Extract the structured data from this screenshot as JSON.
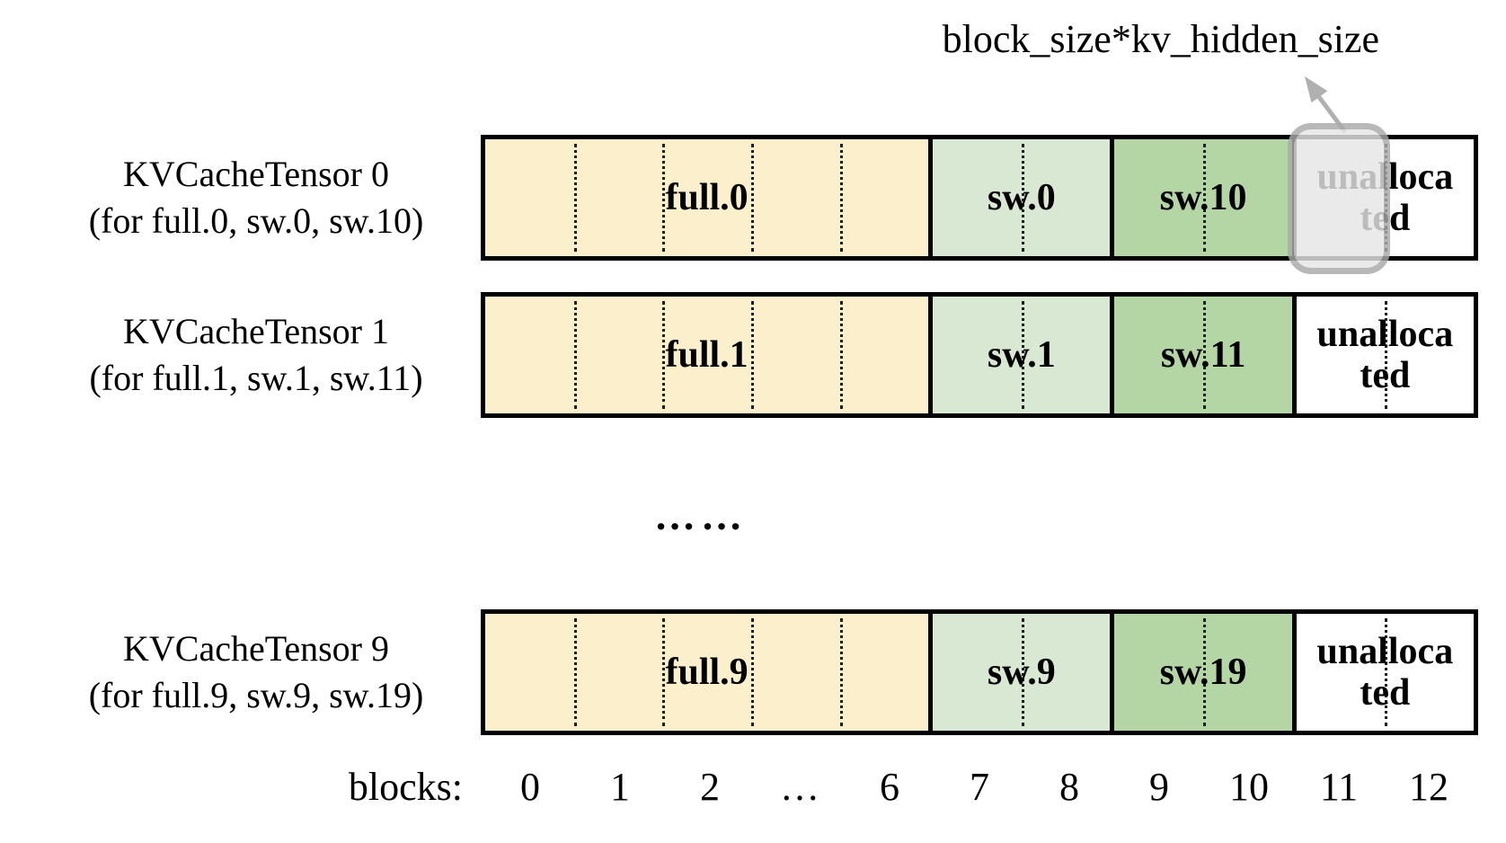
{
  "title_annotation": "block_size*kv_hidden_size",
  "tensors": [
    {
      "name": "KVCacheTensor 0",
      "subtitle": "(for full.0, sw.0, sw.10)",
      "segments": [
        {
          "label": "full.0",
          "type": "full",
          "blocks": 5
        },
        {
          "label": "sw.0",
          "type": "sw",
          "blocks": 2
        },
        {
          "label": "sw.10",
          "type": "sw2",
          "blocks": 2
        },
        {
          "label": "unallocated",
          "lines": [
            "unalloca",
            "ted"
          ],
          "type": "unallocated",
          "blocks": 2
        }
      ]
    },
    {
      "name": "KVCacheTensor 1",
      "subtitle": "(for full.1, sw.1, sw.11)",
      "segments": [
        {
          "label": "full.1",
          "type": "full",
          "blocks": 5
        },
        {
          "label": "sw.1",
          "type": "sw",
          "blocks": 2
        },
        {
          "label": "sw.11",
          "type": "sw2",
          "blocks": 2
        },
        {
          "label": "unallocated",
          "lines": [
            "unalloca",
            "ted"
          ],
          "type": "unallocated",
          "blocks": 2
        }
      ]
    },
    {
      "name": "KVCacheTensor 9",
      "subtitle": "(for full.9, sw.9, sw.19)",
      "segments": [
        {
          "label": "full.9",
          "type": "full",
          "blocks": 5
        },
        {
          "label": "sw.9",
          "type": "sw",
          "blocks": 2
        },
        {
          "label": "sw.19",
          "type": "sw2",
          "blocks": 2
        },
        {
          "label": "unallocated",
          "lines": [
            "unalloca",
            "ted"
          ],
          "type": "unallocated",
          "blocks": 2
        }
      ]
    }
  ],
  "ellipsis": "……",
  "axis": {
    "label": "blocks:",
    "ticks": [
      "0",
      "1",
      "2",
      "…",
      "6",
      "7",
      "8",
      "9",
      "10",
      "11",
      "12"
    ]
  },
  "colors": {
    "full_fill": "#FCF0CC",
    "sw_fill": "#D9E8D3",
    "sw2_fill": "#B4D6A4",
    "unallocated_fill": "#FFFFFF",
    "highlight_fill": "#E7E6E6",
    "highlight_border": "#A9A9A9",
    "arrow": "#B0B0B0",
    "border": "#000000"
  }
}
